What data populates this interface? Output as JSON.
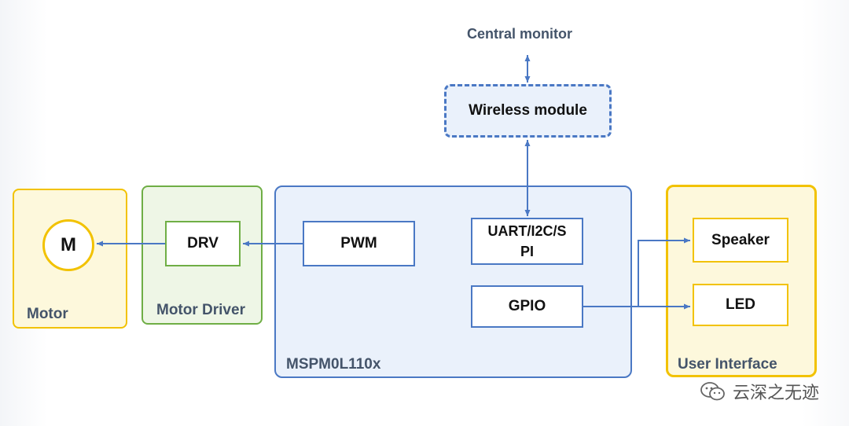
{
  "diagram": {
    "central_monitor": "Central monitor",
    "wireless_module": "Wireless module",
    "motor": {
      "caption": "Motor",
      "symbol": "M"
    },
    "motor_driver": {
      "caption": "Motor Driver",
      "block": "DRV"
    },
    "mcu": {
      "caption": "MSPM0L110x",
      "pwm": "PWM",
      "comm": "UART/I2C/SPI",
      "comm_line1": "UART/I2C/S",
      "comm_line2": "PI",
      "gpio": "GPIO"
    },
    "user_interface": {
      "caption": "User Interface",
      "speaker": "Speaker",
      "led": "LED"
    },
    "colors": {
      "mcu_fill": "#eaf1fb",
      "mcu_border": "#4a78c4",
      "motor_driver_fill": "#eef6e6",
      "motor_driver_border": "#6fae45",
      "yellow_fill": "#fdf8dc",
      "yellow_border": "#f2c200",
      "arrow": "#4a78c4",
      "caption_text": "#44546a"
    }
  },
  "watermark": {
    "text": "云深之无迹",
    "icon": "wechat-icon"
  }
}
